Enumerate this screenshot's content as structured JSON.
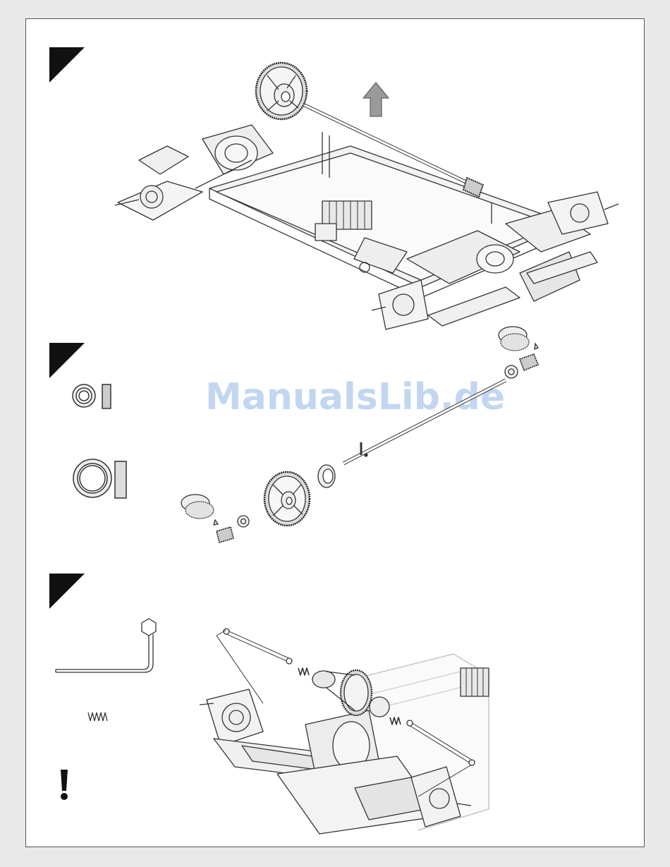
{
  "watermark": "ManualsLib.de",
  "colors": {
    "page_background": "#ffffff",
    "outer_background": "#e9e9e9",
    "line_art": "#333333",
    "step_marker": "#111111",
    "watermark": "#b8d0ee"
  },
  "steps": [
    {
      "marker": "step-triangle",
      "illustration": "chassis-with-center-shaft-removed"
    },
    {
      "marker": "step-triangle",
      "illustration": "exploded-center-shaft-with-bearings-spur-gear-pinions"
    },
    {
      "marker": "step-triangle",
      "illustration": "front-axle-with-dogbones-and-center-diff"
    }
  ],
  "icons": {
    "arrow": "up-arrow-icon",
    "hex_key": "hex-key-icon",
    "spring": "spring-icon",
    "caution": "caution-exclamation-icon"
  }
}
